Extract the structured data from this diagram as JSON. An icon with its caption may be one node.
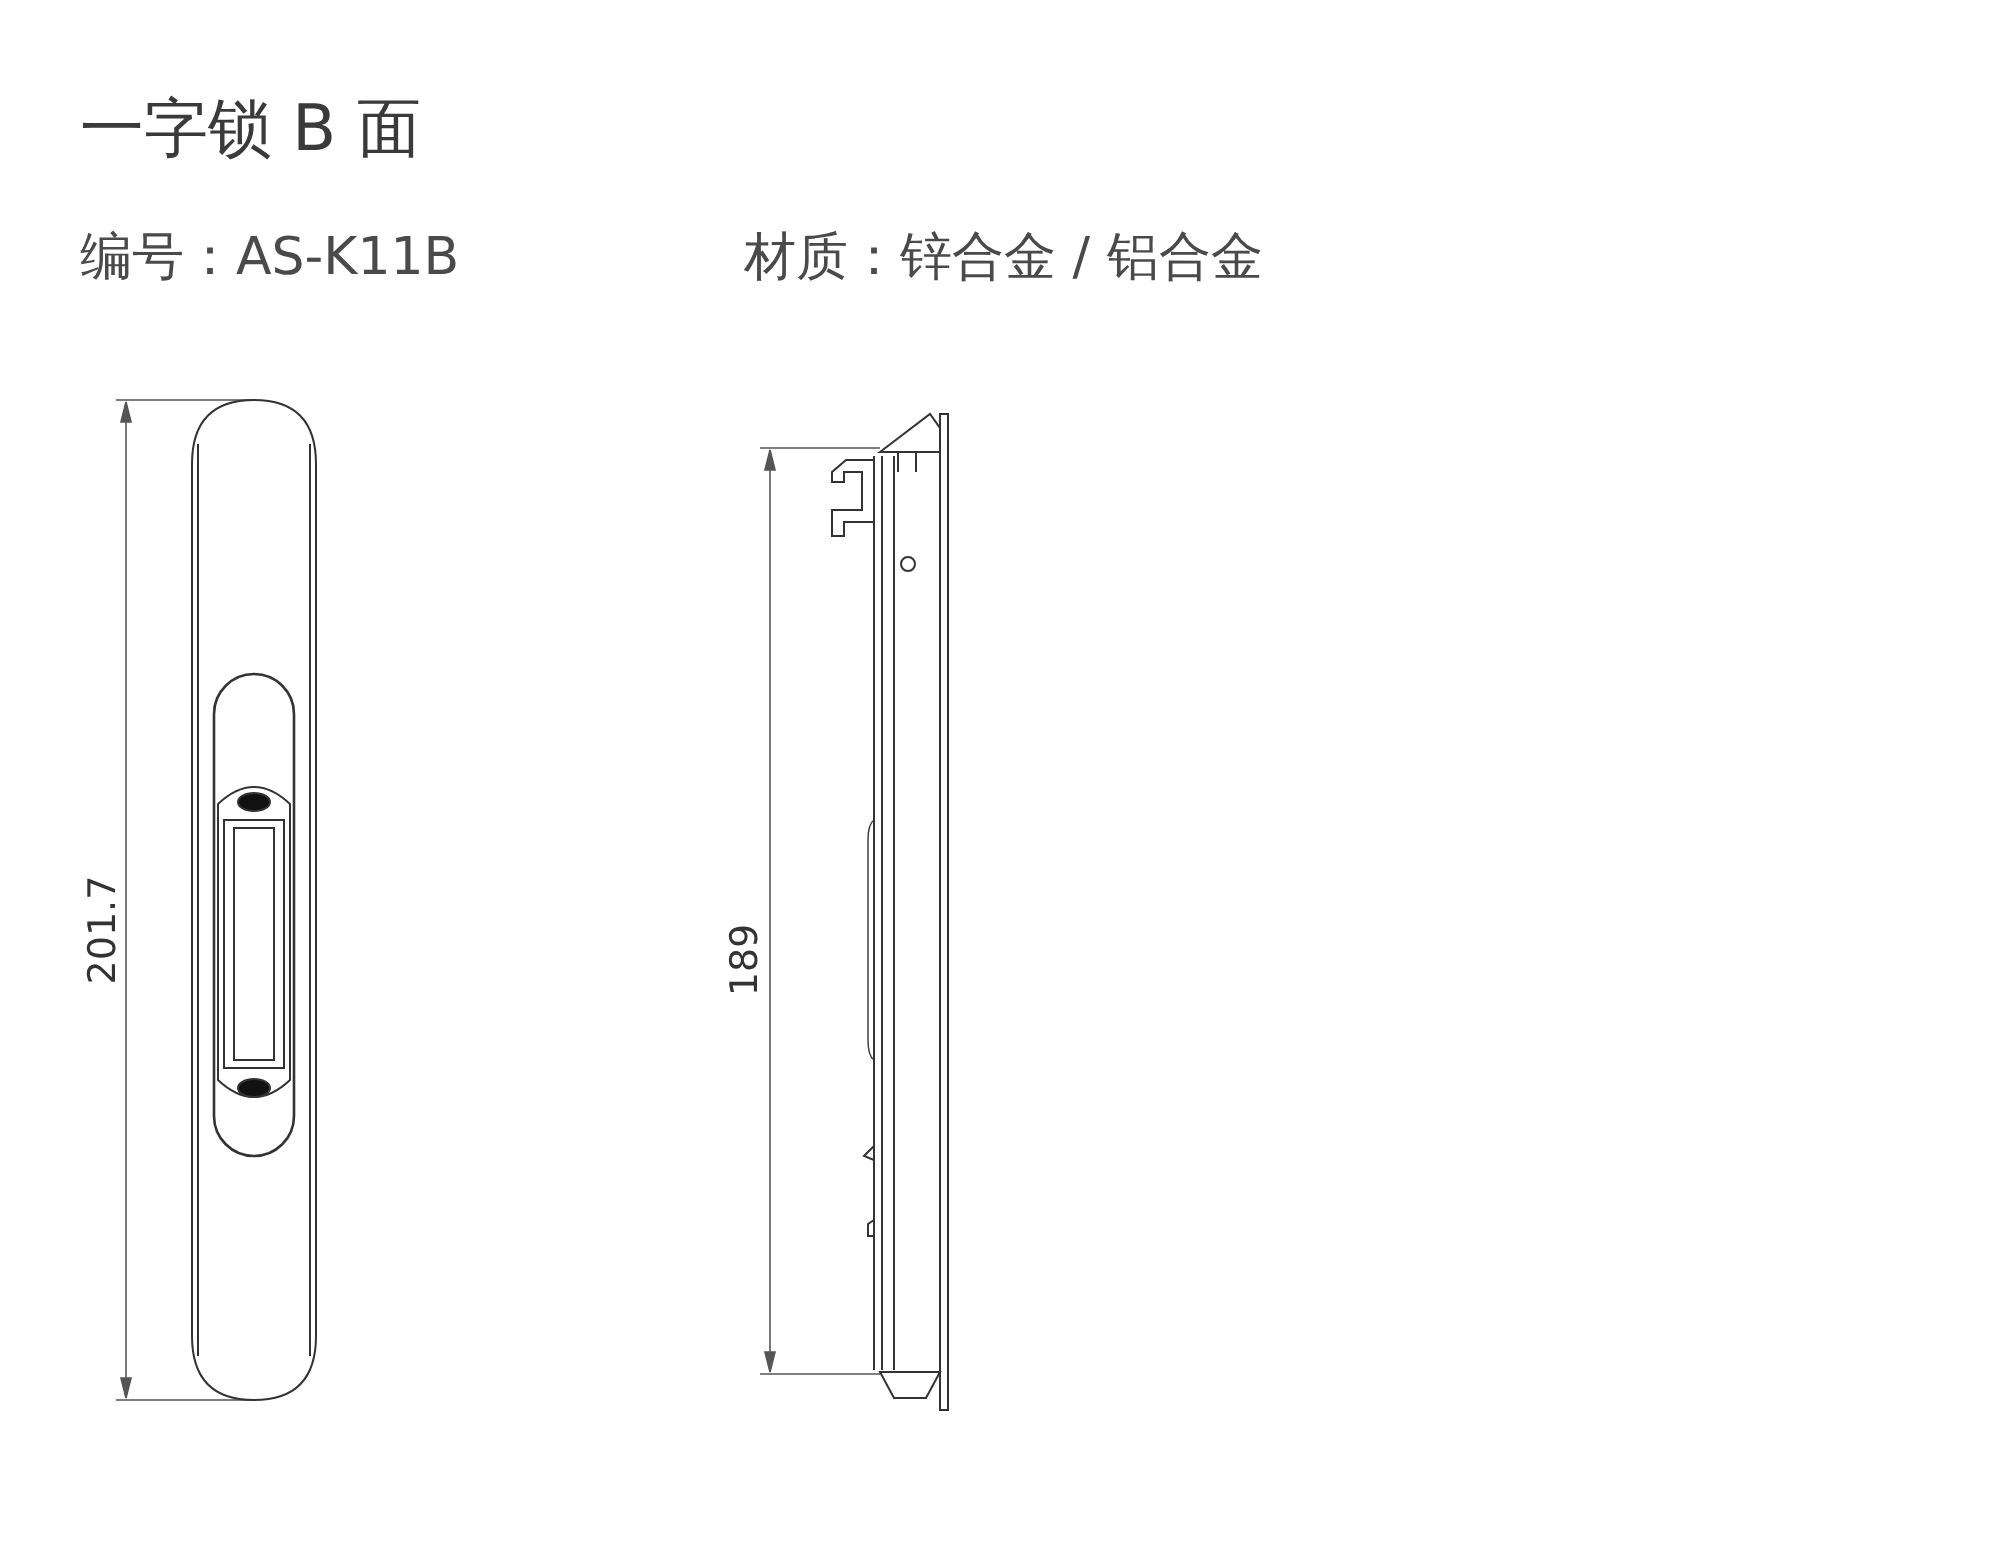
{
  "diagram": {
    "title": "一字锁 B 面",
    "labels": [
      "编号：AS-K11B",
      "材质：锌合金 / 铝合金",
      "201.7",
      "189"
    ]
  }
}
